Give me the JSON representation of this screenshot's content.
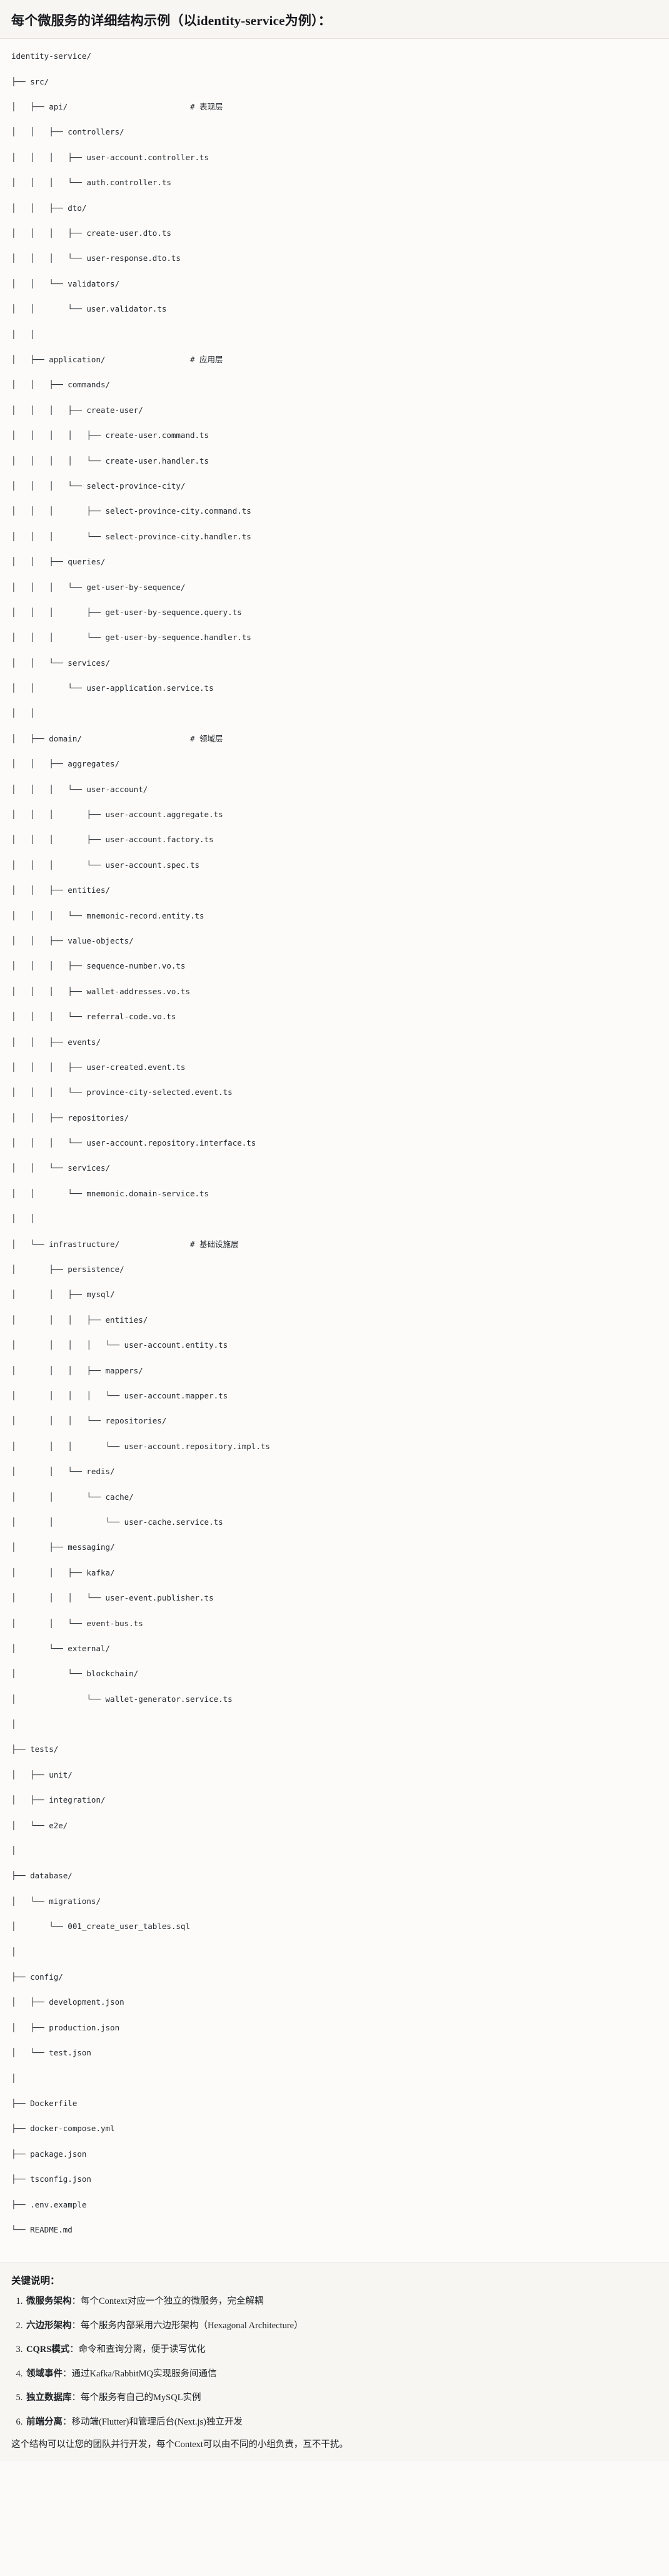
{
  "header": {
    "title": "每个微服务的详细结构示例（以identity-service为例）："
  },
  "tree": {
    "root": "identity-service/",
    "lines": [
      {
        "path": "identity-service/",
        "comment": ""
      },
      {
        "path": "├── src/",
        "comment": ""
      },
      {
        "path": "│   ├── api/",
        "comment": "# 表现层"
      },
      {
        "path": "│   │   ├── controllers/",
        "comment": ""
      },
      {
        "path": "│   │   │   ├── user-account.controller.ts",
        "comment": ""
      },
      {
        "path": "│   │   │   └── auth.controller.ts",
        "comment": ""
      },
      {
        "path": "│   │   ├── dto/",
        "comment": ""
      },
      {
        "path": "│   │   │   ├── create-user.dto.ts",
        "comment": ""
      },
      {
        "path": "│   │   │   └── user-response.dto.ts",
        "comment": ""
      },
      {
        "path": "│   │   └── validators/",
        "comment": ""
      },
      {
        "path": "│   │       └── user.validator.ts",
        "comment": ""
      },
      {
        "path": "│   │",
        "comment": ""
      },
      {
        "path": "│   ├── application/",
        "comment": "# 应用层"
      },
      {
        "path": "│   │   ├── commands/",
        "comment": ""
      },
      {
        "path": "│   │   │   ├── create-user/",
        "comment": ""
      },
      {
        "path": "│   │   │   │   ├── create-user.command.ts",
        "comment": ""
      },
      {
        "path": "│   │   │   │   └── create-user.handler.ts",
        "comment": ""
      },
      {
        "path": "│   │   │   └── select-province-city/",
        "comment": ""
      },
      {
        "path": "│   │   │       ├── select-province-city.command.ts",
        "comment": ""
      },
      {
        "path": "│   │   │       └── select-province-city.handler.ts",
        "comment": ""
      },
      {
        "path": "│   │   ├── queries/",
        "comment": ""
      },
      {
        "path": "│   │   │   └── get-user-by-sequence/",
        "comment": ""
      },
      {
        "path": "│   │   │       ├── get-user-by-sequence.query.ts",
        "comment": ""
      },
      {
        "path": "│   │   │       └── get-user-by-sequence.handler.ts",
        "comment": ""
      },
      {
        "path": "│   │   └── services/",
        "comment": ""
      },
      {
        "path": "│   │       └── user-application.service.ts",
        "comment": ""
      },
      {
        "path": "│   │",
        "comment": ""
      },
      {
        "path": "│   ├── domain/",
        "comment": "# 领域层"
      },
      {
        "path": "│   │   ├── aggregates/",
        "comment": ""
      },
      {
        "path": "│   │   │   └── user-account/",
        "comment": ""
      },
      {
        "path": "│   │   │       ├── user-account.aggregate.ts",
        "comment": ""
      },
      {
        "path": "│   │   │       ├── user-account.factory.ts",
        "comment": ""
      },
      {
        "path": "│   │   │       └── user-account.spec.ts",
        "comment": ""
      },
      {
        "path": "│   │   ├── entities/",
        "comment": ""
      },
      {
        "path": "│   │   │   └── mnemonic-record.entity.ts",
        "comment": ""
      },
      {
        "path": "│   │   ├── value-objects/",
        "comment": ""
      },
      {
        "path": "│   │   │   ├── sequence-number.vo.ts",
        "comment": ""
      },
      {
        "path": "│   │   │   ├── wallet-addresses.vo.ts",
        "comment": ""
      },
      {
        "path": "│   │   │   └── referral-code.vo.ts",
        "comment": ""
      },
      {
        "path": "│   │   ├── events/",
        "comment": ""
      },
      {
        "path": "│   │   │   ├── user-created.event.ts",
        "comment": ""
      },
      {
        "path": "│   │   │   └── province-city-selected.event.ts",
        "comment": ""
      },
      {
        "path": "│   │   ├── repositories/",
        "comment": ""
      },
      {
        "path": "│   │   │   └── user-account.repository.interface.ts",
        "comment": ""
      },
      {
        "path": "│   │   └── services/",
        "comment": ""
      },
      {
        "path": "│   │       └── mnemonic.domain-service.ts",
        "comment": ""
      },
      {
        "path": "│   │",
        "comment": ""
      },
      {
        "path": "│   └── infrastructure/",
        "comment": "# 基础设施层"
      },
      {
        "path": "│       ├── persistence/",
        "comment": ""
      },
      {
        "path": "│       │   ├── mysql/",
        "comment": ""
      },
      {
        "path": "│       │   │   ├── entities/",
        "comment": ""
      },
      {
        "path": "│       │   │   │   └── user-account.entity.ts",
        "comment": ""
      },
      {
        "path": "│       │   │   ├── mappers/",
        "comment": ""
      },
      {
        "path": "│       │   │   │   └── user-account.mapper.ts",
        "comment": ""
      },
      {
        "path": "│       │   │   └── repositories/",
        "comment": ""
      },
      {
        "path": "│       │   │       └── user-account.repository.impl.ts",
        "comment": ""
      },
      {
        "path": "│       │   └── redis/",
        "comment": ""
      },
      {
        "path": "│       │       └── cache/",
        "comment": ""
      },
      {
        "path": "│       │           └── user-cache.service.ts",
        "comment": ""
      },
      {
        "path": "│       ├── messaging/",
        "comment": ""
      },
      {
        "path": "│       │   ├── kafka/",
        "comment": ""
      },
      {
        "path": "│       │   │   └── user-event.publisher.ts",
        "comment": ""
      },
      {
        "path": "│       │   └── event-bus.ts",
        "comment": ""
      },
      {
        "path": "│       └── external/",
        "comment": ""
      },
      {
        "path": "│           └── blockchain/",
        "comment": ""
      },
      {
        "path": "│               └── wallet-generator.service.ts",
        "comment": ""
      },
      {
        "path": "│",
        "comment": ""
      },
      {
        "path": "├── tests/",
        "comment": ""
      },
      {
        "path": "│   ├── unit/",
        "comment": ""
      },
      {
        "path": "│   ├── integration/",
        "comment": ""
      },
      {
        "path": "│   └── e2e/",
        "comment": ""
      },
      {
        "path": "│",
        "comment": ""
      },
      {
        "path": "├── database/",
        "comment": ""
      },
      {
        "path": "│   └── migrations/",
        "comment": ""
      },
      {
        "path": "│       └── 001_create_user_tables.sql",
        "comment": ""
      },
      {
        "path": "│",
        "comment": ""
      },
      {
        "path": "├── config/",
        "comment": ""
      },
      {
        "path": "│   ├── development.json",
        "comment": ""
      },
      {
        "path": "│   ├── production.json",
        "comment": ""
      },
      {
        "path": "│   └── test.json",
        "comment": ""
      },
      {
        "path": "│",
        "comment": ""
      },
      {
        "path": "├── Dockerfile",
        "comment": ""
      },
      {
        "path": "├── docker-compose.yml",
        "comment": ""
      },
      {
        "path": "├── package.json",
        "comment": ""
      },
      {
        "path": "├── tsconfig.json",
        "comment": ""
      },
      {
        "path": "├── .env.example",
        "comment": ""
      },
      {
        "path": "└── README.md",
        "comment": ""
      }
    ]
  },
  "notes": {
    "title": "关键说明：",
    "items": [
      {
        "term": "微服务架构",
        "sep": "：",
        "desc": "每个Context对应一个独立的微服务，完全解耦"
      },
      {
        "term": "六边形架构",
        "sep": "：",
        "desc": "每个服务内部采用六边形架构（Hexagonal Architecture）"
      },
      {
        "term": "CQRS模式",
        "sep": "：",
        "desc": "命令和查询分离，便于读写优化"
      },
      {
        "term": "领域事件",
        "sep": "：",
        "desc": "通过Kafka/RabbitMQ实现服务间通信"
      },
      {
        "term": "独立数据库",
        "sep": "：",
        "desc": "每个服务有自己的MySQL实例"
      },
      {
        "term": "前端分离",
        "sep": "：",
        "desc": "移动端(Flutter)和管理后台(Next.js)独立开发"
      }
    ],
    "closing": "这个结构可以让您的团队并行开发，每个Context可以由不同的小组负责，互不干扰。"
  },
  "colors": {
    "page_bg": "#fbfaf8",
    "panel_bg": "#f7f6f2",
    "text": "#1f2328",
    "code_text": "#24292f",
    "divider": "#e6e3dd"
  }
}
